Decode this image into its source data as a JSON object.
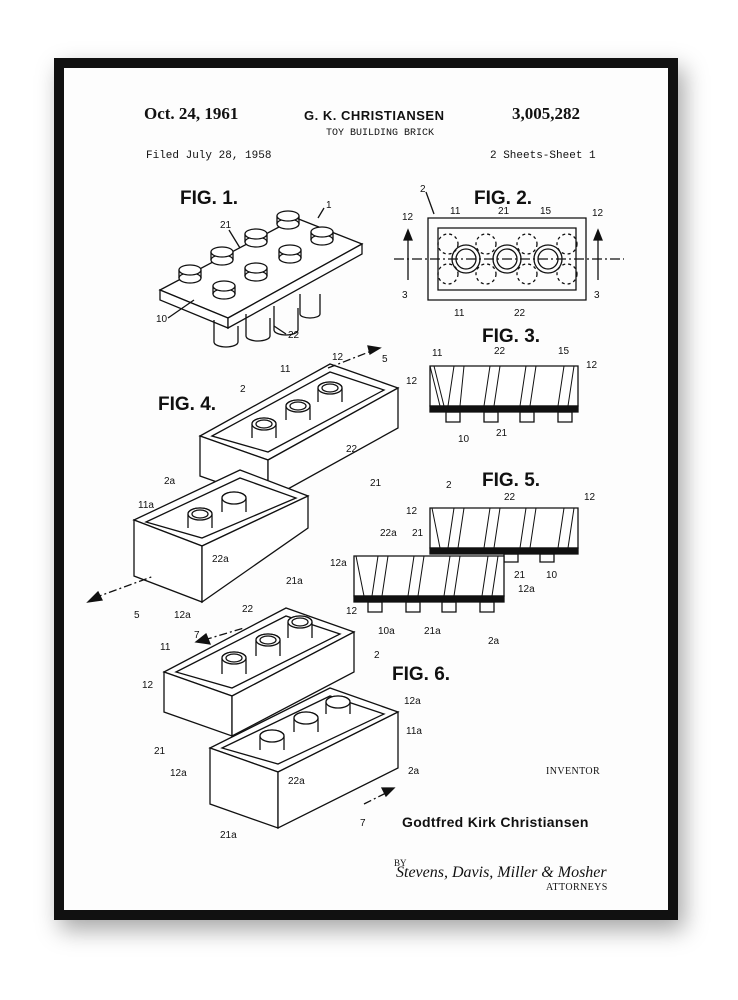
{
  "patent": {
    "date": "Oct. 24, 1961",
    "inventor_header": "G. K. CHRISTIANSEN",
    "number": "3,005,282",
    "title": "TOY BUILDING BRICK",
    "filed": "Filed July 28, 1958",
    "sheets": "2 Sheets-Sheet 1"
  },
  "figures": {
    "fig1": "FIG. 1.",
    "fig2": "FIG. 2.",
    "fig3": "FIG. 3.",
    "fig4": "FIG. 4.",
    "fig5": "FIG. 5.",
    "fig6": "FIG. 6."
  },
  "refs": {
    "r1": "1",
    "r2": "2",
    "r3": "3",
    "r5": "5",
    "r7": "7",
    "r10": "10",
    "r10a": "10a",
    "r11": "11",
    "r11a": "11a",
    "r12": "12",
    "r12a": "12a",
    "r15": "15",
    "r21": "21",
    "r21a": "21a",
    "r22": "22",
    "r22a": "22a",
    "r2a": "2a"
  },
  "footer": {
    "inventor_label": "INVENTOR",
    "inventor_name": "Godtfred Kirk Christiansen",
    "by": "BY",
    "attorneys_signature": "Stevens, Davis, Miller & Mosher",
    "attorneys": "ATTORNEYS"
  },
  "colors": {
    "frame": "#111111",
    "paper": "#fdfdfd",
    "ink": "#111111"
  }
}
